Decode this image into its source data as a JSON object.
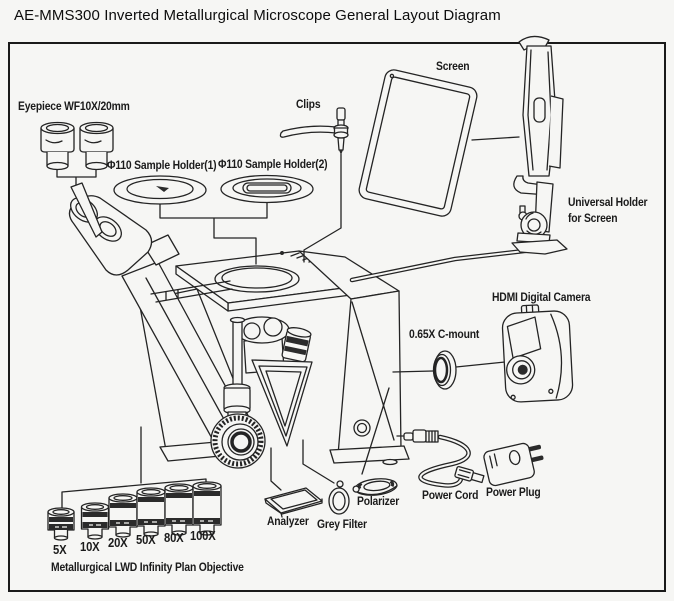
{
  "title": "AE-MMS300 Inverted Metallurgical Microscope General Layout Diagram",
  "parts": {
    "eyepiece": {
      "label": "Eyepiece WF10X/20mm"
    },
    "sample_holder_1": {
      "label": "Φ110 Sample Holder(1)"
    },
    "sample_holder_2": {
      "label": "Φ110 Sample Holder(2)"
    },
    "clips": {
      "label": "Clips"
    },
    "screen": {
      "label": "Screen"
    },
    "universal_holder": {
      "label_line1": "Universal Holder",
      "label_line2": "for Screen"
    },
    "hdmi_camera": {
      "label": "HDMI Digital Camera"
    },
    "c_mount": {
      "label": "0.65X C-mount"
    },
    "power_cord": {
      "label": "Power Cord"
    },
    "power_plug": {
      "label": "Power Plug"
    },
    "analyzer": {
      "label": "Analyzer"
    },
    "grey_filter": {
      "label": "Grey Filter"
    },
    "polarizer": {
      "label": "Polarizer"
    }
  },
  "objectives": {
    "caption": "Metallurgical LWD Infinity Plan Objective",
    "items": [
      {
        "label": "5X"
      },
      {
        "label": "10X"
      },
      {
        "label": "20X"
      },
      {
        "label": "50X"
      },
      {
        "label": "80X"
      },
      {
        "label": "100X"
      }
    ]
  },
  "colors": {
    "background": "#f6f6f4",
    "line": "#242424",
    "text": "#1b1b1b"
  }
}
